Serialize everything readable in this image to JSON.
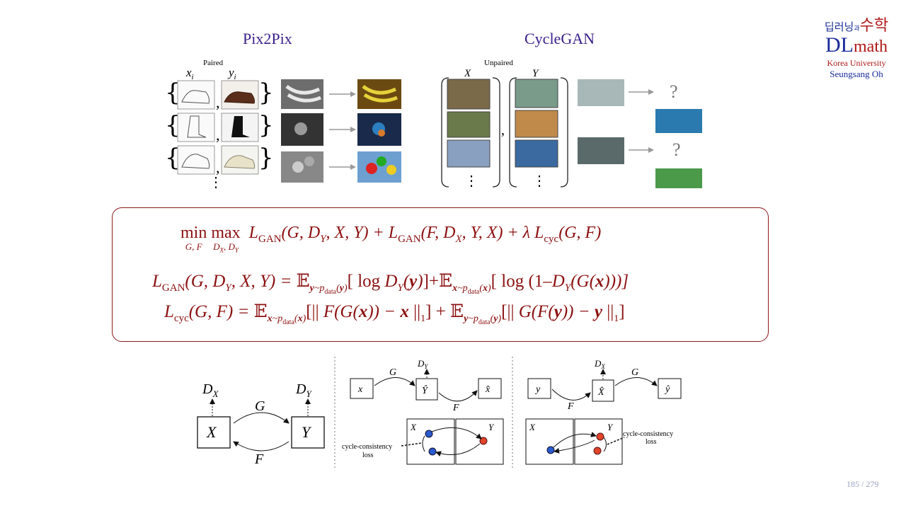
{
  "headings": {
    "pix2pix": "Pix2Pix",
    "cyclegan": "CycleGAN"
  },
  "logo": {
    "ko_line1_a": "딥러닝",
    "ko_small": "과",
    "ko_line1_b": "수학",
    "dl": "DL",
    "math": "math",
    "university": "Korea University",
    "author": "Seungsang Oh"
  },
  "pix2pix_panel": {
    "paired_label": "Paired",
    "x_label": "x",
    "x_sub": "i",
    "y_label": "y",
    "y_sub": "i"
  },
  "cyclegan_panel": {
    "unpaired_label": "Unpaired",
    "x_label": "X",
    "y_label": "Y",
    "question": "?"
  },
  "equations": {
    "objective_min": "min",
    "objective_max": "max",
    "objective_min_sub": "G, F",
    "objective_max_sub": "D",
    "objective_expr": "L",
    "line1": "L_GAN(G, D_Y, X, Y) + L_GAN(F, D_X, Y, X) + λ L_cyc(G, F)",
    "line2": "L_GAN(G, D_Y, X, Y) = E_{y~p_data(y)}[ log D_Y(y)] + E_{x~p_data(x)}[ log (1–D_Y(G(x)))]",
    "line3": "L_cyc(G, F) = E_{x~p_data(x)}[|| F(G(x)) − x ||_1] + E_{y~p_data(y)}[|| G(F(y)) − y ||_1]"
  },
  "diagram": {
    "dx": "D",
    "dx_sub": "X",
    "dy": "D",
    "dy_sub": "Y",
    "g": "G",
    "f": "F",
    "box_x": "X",
    "box_y": "Y",
    "mid_x": "x",
    "mid_yhat": "Ŷ",
    "mid_xhat": "x̂",
    "mid_g": "G",
    "mid_f": "F",
    "mid_dy": "D",
    "mid_dy_sub": "Y",
    "right_y": "y",
    "right_xhat": "X̂",
    "right_yhat": "ŷ",
    "right_g": "G",
    "right_f": "F",
    "right_dx": "D",
    "right_dx_sub": "X",
    "cycle_label_1": "cycle-consistency",
    "cycle_label_2": "loss",
    "panel_X": "X",
    "panel_Y": "Y"
  },
  "page": {
    "current": "185",
    "total": "279",
    "separator": " / "
  }
}
